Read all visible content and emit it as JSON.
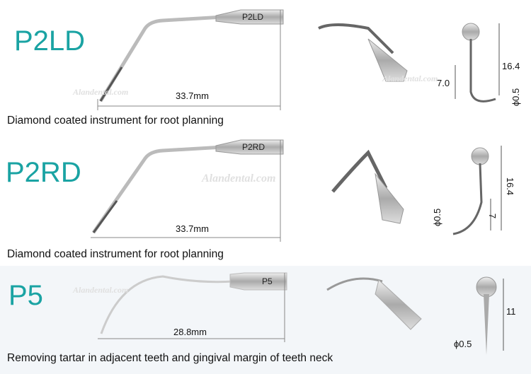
{
  "watermark": "Alandental.com",
  "items": [
    {
      "code": "P2LD",
      "tip_label": "P2LD",
      "length": "33.7mm",
      "description": "Diamond coated instrument for root planning",
      "dims": [
        "16.4",
        "7.0",
        "ϕ0.5"
      ]
    },
    {
      "code": "P2RD",
      "tip_label": "P2RD",
      "length": "33.7mm",
      "description": "Diamond coated instrument for root planning",
      "dims": [
        "16.4",
        "7",
        "ϕ0.5"
      ]
    },
    {
      "code": "P5",
      "tip_label": "P5",
      "length": "28.8mm",
      "description": "Removing tartar in adjacent teeth and gingival margin of teeth neck",
      "dims": [
        "11",
        "ϕ0.5"
      ]
    }
  ]
}
